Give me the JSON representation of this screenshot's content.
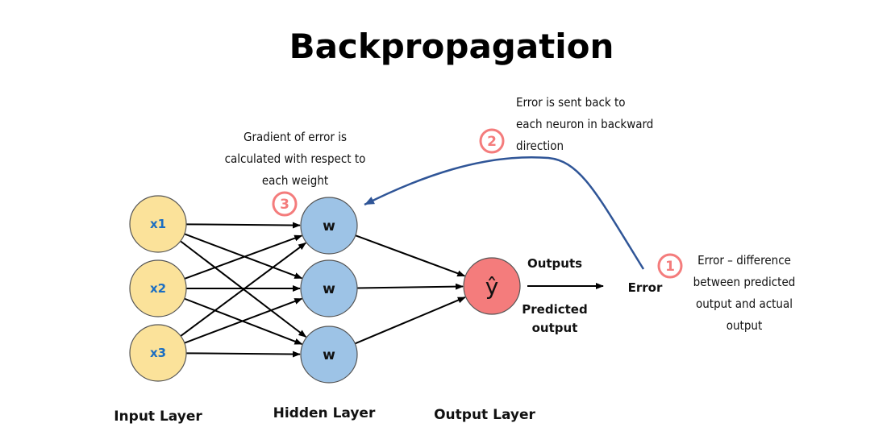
{
  "title": "Backpropagation",
  "colors": {
    "input_fill": "#fbe29a",
    "hidden_fill": "#9dc3e6",
    "output_fill": "#f47c7c",
    "step_color": "#f47c7c",
    "back_arrow": "#2f5597",
    "input_text": "#1b6ec2"
  },
  "input_nodes": [
    "x1",
    "x2",
    "x3"
  ],
  "hidden_nodes": [
    "w",
    "w",
    "w"
  ],
  "output_node": "ŷ",
  "layers": {
    "input": "Input Layer",
    "hidden": "Hidden Layer",
    "output": "Output Layer"
  },
  "outputs_label": "Outputs",
  "predicted_label": [
    "Predicted",
    "output"
  ],
  "error_label": "Error",
  "steps": [
    {
      "number": "1",
      "text": [
        "Error – difference",
        "between predicted",
        "output and actual",
        "output"
      ]
    },
    {
      "number": "2",
      "text": [
        "Error is sent back to",
        "each neuron in backward",
        "direction"
      ]
    },
    {
      "number": "3",
      "text": [
        "Gradient of error is",
        "calculated with respect to",
        "each weight"
      ]
    }
  ]
}
